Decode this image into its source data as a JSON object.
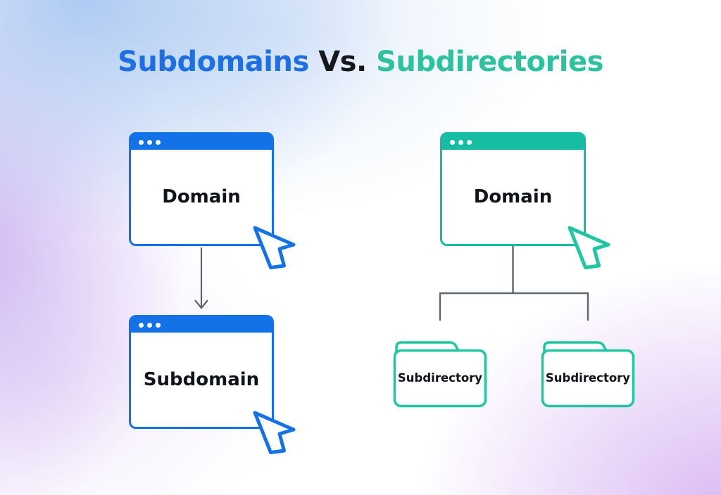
{
  "title": {
    "left": "Subdomains",
    "middle": "Vs.",
    "right": "Subdirectories"
  },
  "subdomain_branch": {
    "domain_window": {
      "label": "Domain"
    },
    "subdomain_window": {
      "label": "Subdomain"
    }
  },
  "subdirectory_branch": {
    "domain_window": {
      "label": "Domain"
    },
    "folders": [
      {
        "label": "Subdirectory"
      },
      {
        "label": "Subdirectory"
      }
    ]
  },
  "icons": {
    "window_controls": "three-dots",
    "cursor": "arrow-pointer",
    "down_arrow": "arrow-down",
    "tree_connector": "tree-lines",
    "folder": "folder"
  },
  "colors": {
    "title_blue": "#1d6fe3",
    "title_dark": "#16181c",
    "title_teal": "#2cc2a0",
    "window_blue": "#1472e8",
    "window_teal": "#17bda2",
    "folder_teal": "#1ec6a1",
    "connector_gray": "#5d676e",
    "label_dark": "#101418"
  }
}
